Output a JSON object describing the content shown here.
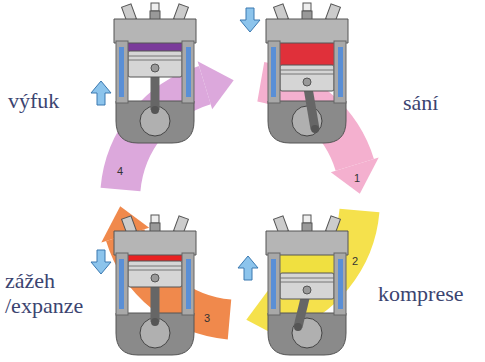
{
  "diagram": {
    "labels": [
      "výfuk",
      "sání",
      "1",
      "4",
      "2",
      "zážeh /expanze",
      "3",
      "komprese"
    ]
  }
}
